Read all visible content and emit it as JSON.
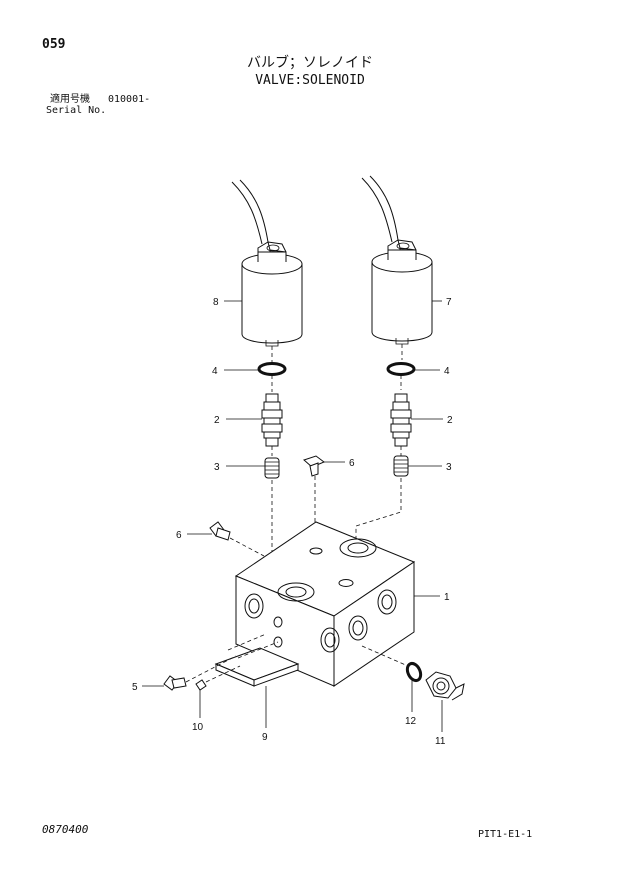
{
  "header": {
    "page_number": "059",
    "title_jp": "バルブ；ソレノイド",
    "title_en": "VALVE:SOLENOID",
    "serial_label_jp": "適用号機",
    "serial_value": "010001-",
    "serial_label_en": "Serial No."
  },
  "footer": {
    "doc_code": "0870400",
    "sheet_code": "PIT1-E1-1"
  },
  "callouts": {
    "c1": "1",
    "c2a": "2",
    "c2b": "2",
    "c3a": "3",
    "c3b": "3",
    "c4a": "4",
    "c4b": "4",
    "c5": "5",
    "c6a": "6",
    "c6b": "6",
    "c7": "7",
    "c8": "8",
    "c9": "9",
    "c10": "10",
    "c11": "11",
    "c12": "12"
  }
}
